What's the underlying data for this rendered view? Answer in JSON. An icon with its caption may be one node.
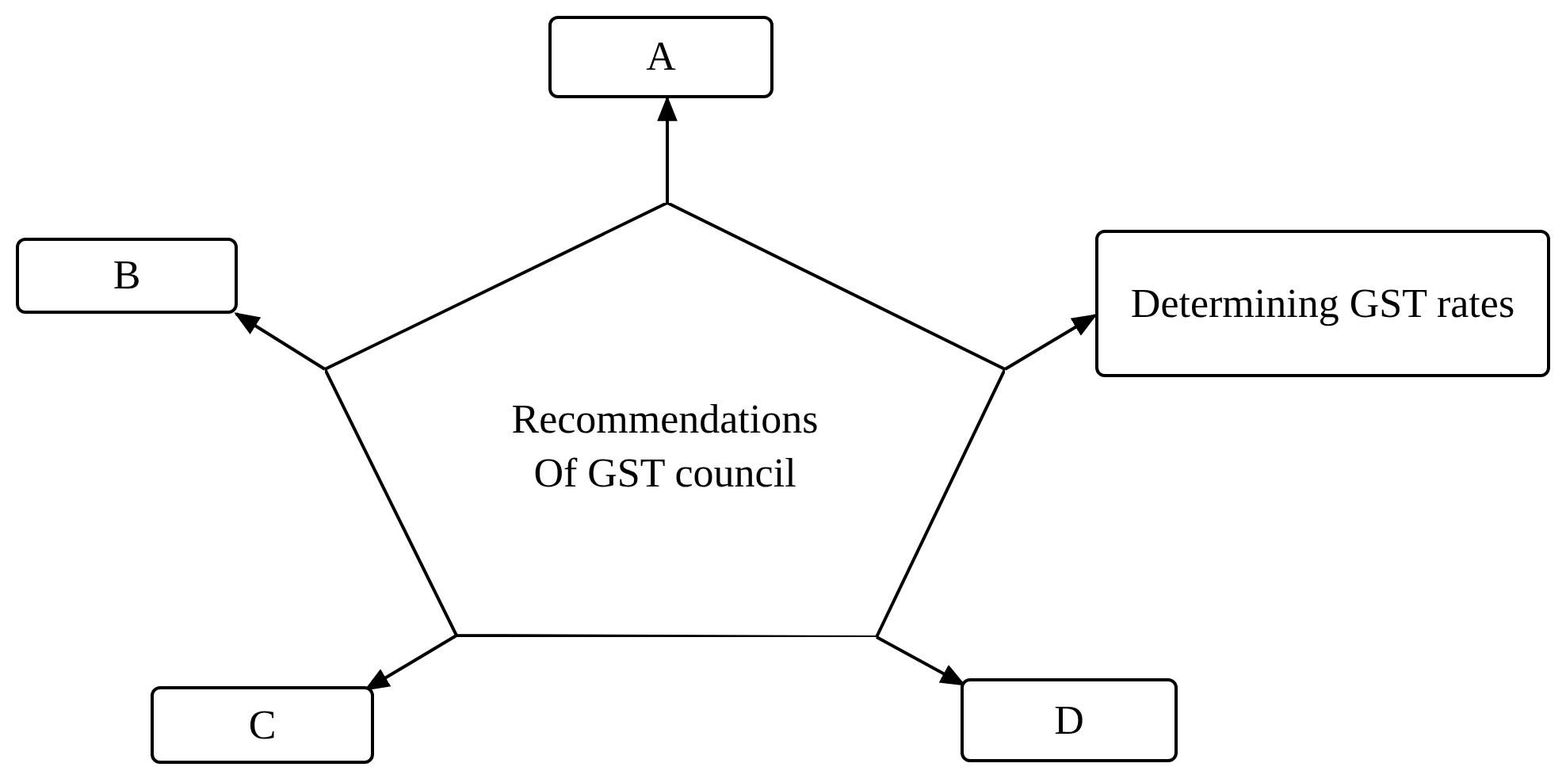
{
  "diagram": {
    "nodes": [
      {
        "text": [
          "Recommendations Of GST council"
        ]
      },
      {
        "text": [
          "A"
        ]
      },
      {
        "text": [
          "B"
        ]
      },
      {
        "text": [
          "Determining GST rates"
        ]
      },
      {
        "text": [
          "C"
        ]
      },
      {
        "text": [
          "D"
        ]
      }
    ],
    "edges": [
      {
        "from": 0,
        "to": 1,
        "arrow": "to"
      },
      {
        "from": 0,
        "to": 2,
        "arrow": "to"
      },
      {
        "from": 0,
        "to": 3,
        "arrow": "to"
      },
      {
        "from": 0,
        "to": 4,
        "arrow": "to"
      },
      {
        "from": 0,
        "to": 5,
        "arrow": "to"
      }
    ]
  }
}
